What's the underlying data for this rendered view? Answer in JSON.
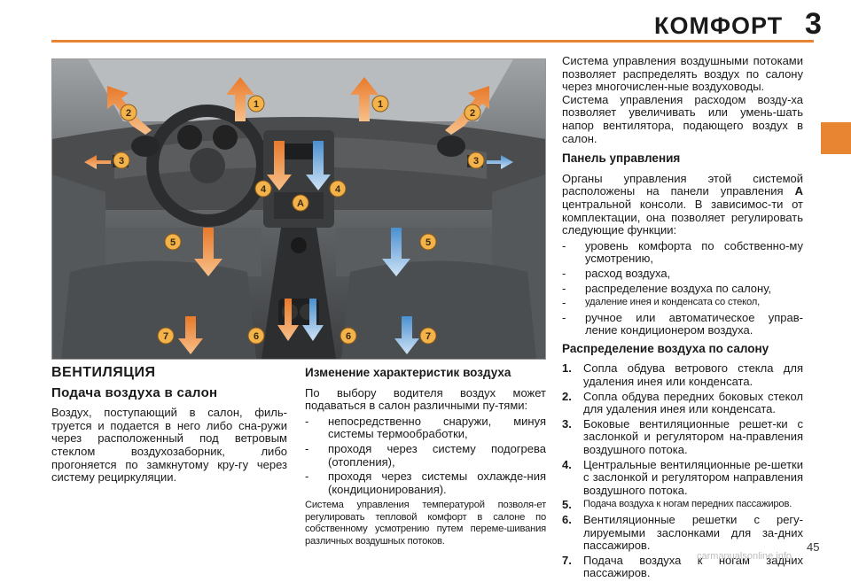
{
  "header": {
    "title": "КОМФОРТ",
    "chapter": "3"
  },
  "photo": {
    "markers": [
      "1",
      "1",
      "2",
      "2",
      "3",
      "3",
      "4",
      "4",
      "A",
      "5",
      "5",
      "6",
      "6",
      "7",
      "7"
    ]
  },
  "left_col": {
    "h1": "ВЕНТИЛЯЦИЯ",
    "h2": "Подача воздуха в салон",
    "text": "Воздух, поступающий в салон, филь-труется и подается в него либо сна-ружи через расположенный под ветровым стеклом воздухозаборник, либо прогоняется по замкнутому кру-гу через систему рециркуляции."
  },
  "mid_col": {
    "h3": "Изменение характеристик воздуха",
    "intro": "По выбору водителя воздух может подаваться в салон различными пу-тями:",
    "items": [
      "непосредственно снаружи, минуя системы термообработки,",
      "проходя через систему подогрева (отопления),",
      "проходя через системы охлажде-ния (кондиционирования)."
    ],
    "note": "Система управления температурой позволя-ет регулировать тепловой комфорт в салоне по собственному усмотрению путем переме-шивания различных воздушных потоков."
  },
  "right_col": {
    "p1": "Система управления воздушными потоками позволяет распределять воздух по салону через многочислен-ные воздуховоды.",
    "p2": "Система управления расходом возду-ха позволяет увеличивать или умень-шать напор вентилятора, подающего воздух в салон.",
    "h_panel": "Панель управления",
    "panel_text_a": "Органы управления этой системой расположены на панели управления",
    "panel_bold": "A",
    "panel_text_b": " центральной консоли. В зависимос-ти от комплектации, она позволяет регулировать следующие функции:",
    "panel_items": [
      "уровень комфорта по собственно-му усмотрению,",
      "расход воздуха,",
      "распределение воздуха по салону,",
      "удаление инея и конденсата со стекол,",
      "ручное или автоматическое управ-ление кондиционером воздуха."
    ],
    "h_dist": "Распределение воздуха по салону",
    "dist_items": [
      {
        "n": "1.",
        "t": "Сопла обдува ветрового стекла для удаления инея или конденсата."
      },
      {
        "n": "2.",
        "t": "Сопла обдува передних боковых стекол для удаления инея или конденсата."
      },
      {
        "n": "3.",
        "t": "Боковые вентиляционные решет-ки с заслонкой и регулятором на-правления воздушного потока."
      },
      {
        "n": "4.",
        "t": "Центральные вентиляционные ре-шетки с заслонкой и регулятором направления воздушного потока."
      },
      {
        "n": "5.",
        "t": "Подача воздуха к ногам передних пассажиров."
      },
      {
        "n": "6.",
        "t": "Вентиляционные решетки с регу-лируемыми заслонками для за-дних пассажиров."
      },
      {
        "n": "7.",
        "t": "Подача воздуха к ногам задних пассажиров."
      }
    ]
  },
  "page_number": "45",
  "watermark": "carmanualsonline.info",
  "colors": {
    "accent": "#e88532",
    "arrow_orange": "#e8792a",
    "arrow_blue": "#4a8fd0"
  }
}
